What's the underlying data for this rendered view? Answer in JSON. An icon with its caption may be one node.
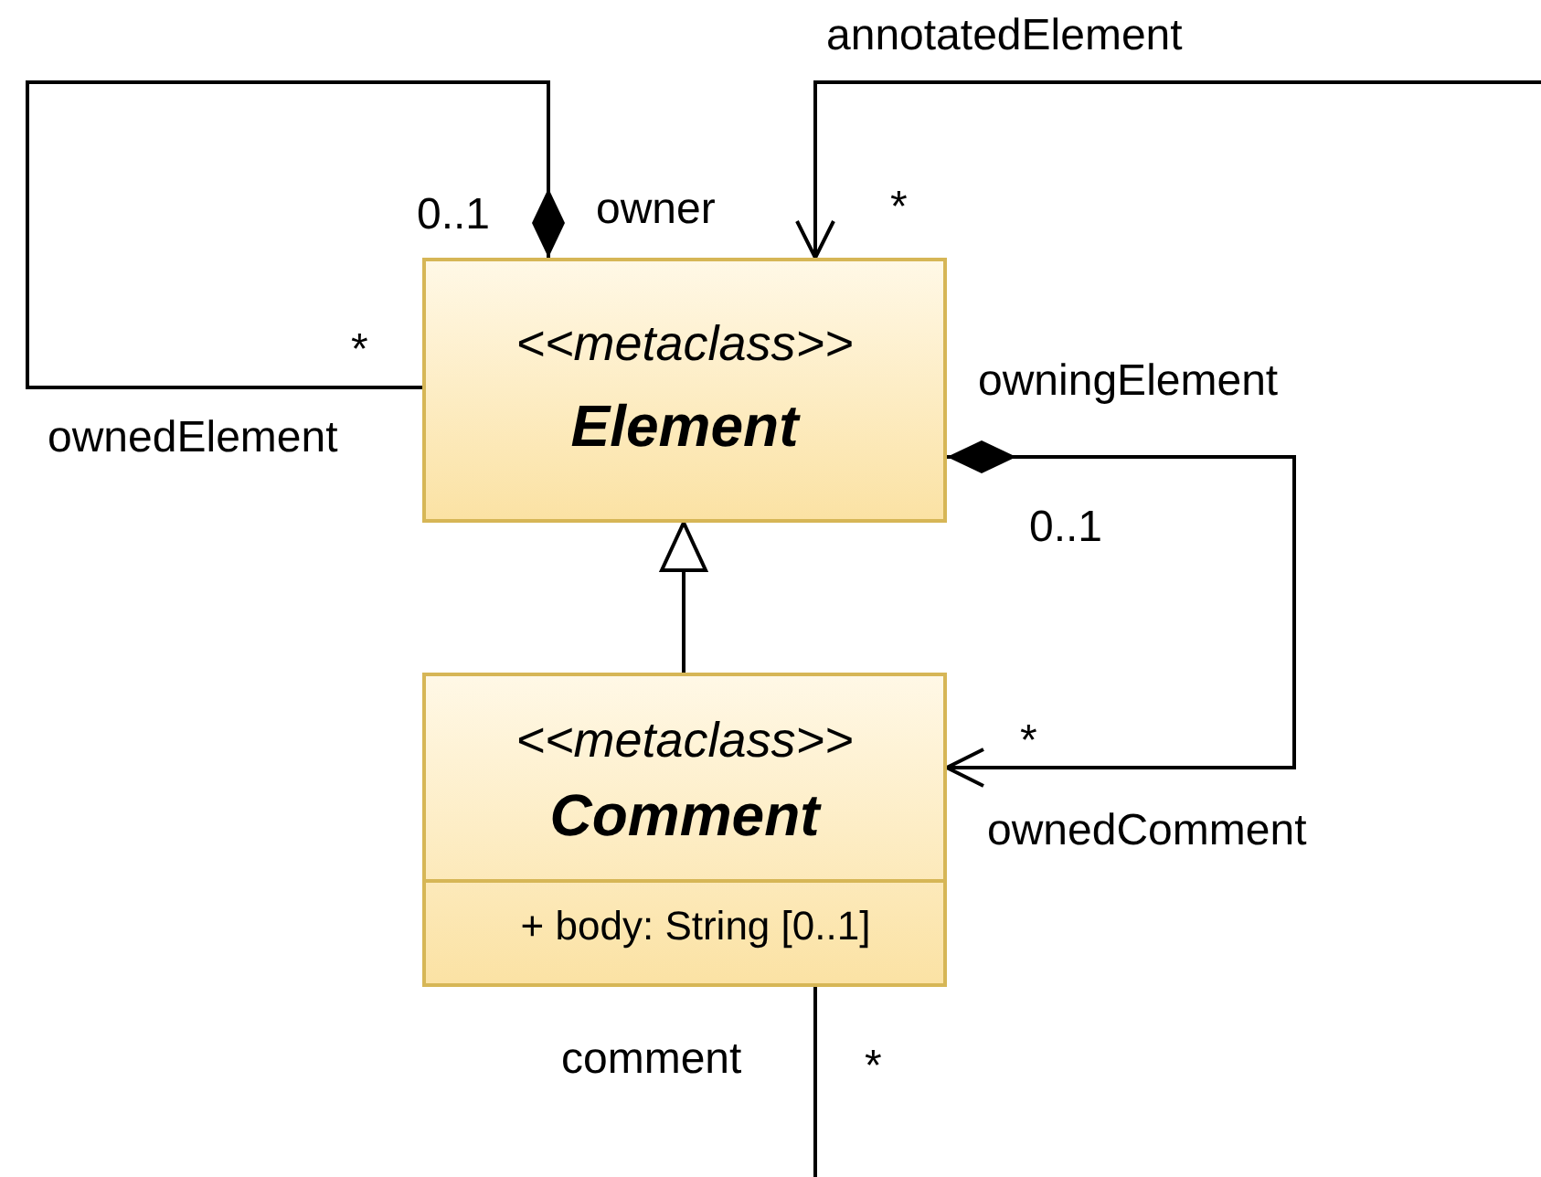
{
  "diagram": {
    "nodes": [
      {
        "text": [
          "<<metaclass>>",
          "Element"
        ]
      },
      {
        "text": [
          "<<metaclass>>",
          "Comment",
          "+ body: String [0..1]"
        ]
      }
    ],
    "edges": [
      {
        "from": 0,
        "to": 0,
        "arrow": "other"
      },
      {
        "from": 0,
        "to": 1,
        "arrow": "to"
      },
      {
        "from": 1,
        "to": 0,
        "arrow": "to"
      },
      {
        "from": 1,
        "to": null,
        "arrow": "none"
      },
      {
        "from": null,
        "to": 0,
        "arrow": "to"
      }
    ],
    "labels": [
      "annotatedElement",
      "0..1",
      "owner",
      "*",
      "*",
      "owningElement",
      "ownedElement",
      "0..1",
      "*",
      "ownedComment",
      "comment",
      "*"
    ]
  }
}
